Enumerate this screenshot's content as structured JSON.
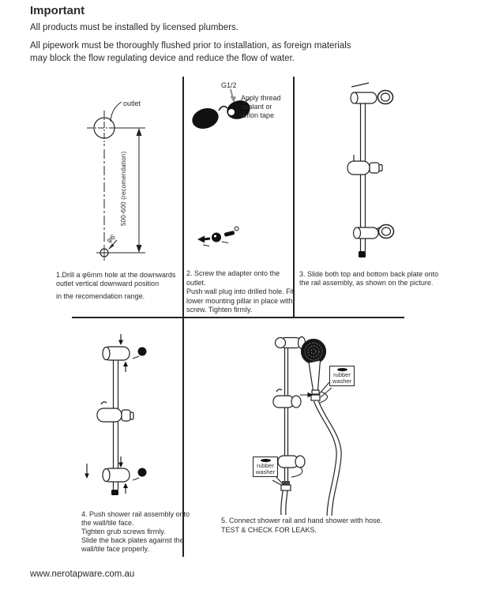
{
  "header": {
    "title": "Important",
    "note1": "All products must be installed by licensed plumbers.",
    "note2_line1": "All pipework must be thoroughly flushed prior to installation, as foreign materials",
    "note2_line2": "may block the flow regulating device and reduce the flow of water."
  },
  "diagram_labels": {
    "outlet": "outlet",
    "thread_size": "G1/2",
    "thread_note_1": "Apply thread",
    "thread_note_2": "sealant or",
    "thread_note_3": "teflon tape",
    "dimension": "500-600 (recomendation)",
    "hole_diameter": "φ6",
    "rubber_washer_line1": "rubber",
    "rubber_washer_line2": "washer"
  },
  "steps": {
    "step1": {
      "line1": "1.Drill a φ6mm hole at the downwards",
      "line2": "outlet vertical downward position",
      "line3": "in the recomendation range."
    },
    "step2": {
      "line1": "2. Screw the adapter onto the outlet.",
      "line2": "Push wall plug into drilled hole. Fit",
      "line3": "lower mounting pillar in place with",
      "line4": "screw. Tighten firmly."
    },
    "step3": {
      "line1": "3. Slide both top and bottom back plate onto",
      "line2": "the rail assembly, as shown on the picture."
    },
    "step4": {
      "line1": "4. Push shower rail assembly onto",
      "line2": "the wall/tile face.",
      "line3": "Tighten grub screws firmly.",
      "line4": "Slide the back plates against the",
      "line5": "wall/tile face properly."
    },
    "step5": {
      "line1": "5. Connect shower rail and hand shower with hose.",
      "line2": "TEST & CHECK FOR LEAKS."
    }
  },
  "footer": {
    "website": "www.nerotapware.com.au"
  },
  "colors": {
    "ink": "#2b2b2b",
    "line": "#222222"
  }
}
